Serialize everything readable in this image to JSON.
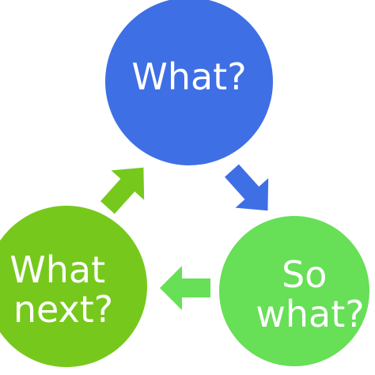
{
  "nodes": [
    {
      "id": "what",
      "label_lines": [
        "What?"
      ],
      "color": "#3F6FE5"
    },
    {
      "id": "so-what",
      "label_lines": [
        "So",
        "what?"
      ],
      "color": "#67DF57"
    },
    {
      "id": "what-next",
      "label_lines": [
        "What",
        "next?"
      ],
      "color": "#76C91C"
    }
  ],
  "arrows": [
    {
      "from": "what",
      "to": "so-what",
      "color": "#3F6FE5"
    },
    {
      "from": "so-what",
      "to": "what-next",
      "color": "#67DF57"
    },
    {
      "from": "what-next",
      "to": "what",
      "color": "#76C91C"
    }
  ]
}
